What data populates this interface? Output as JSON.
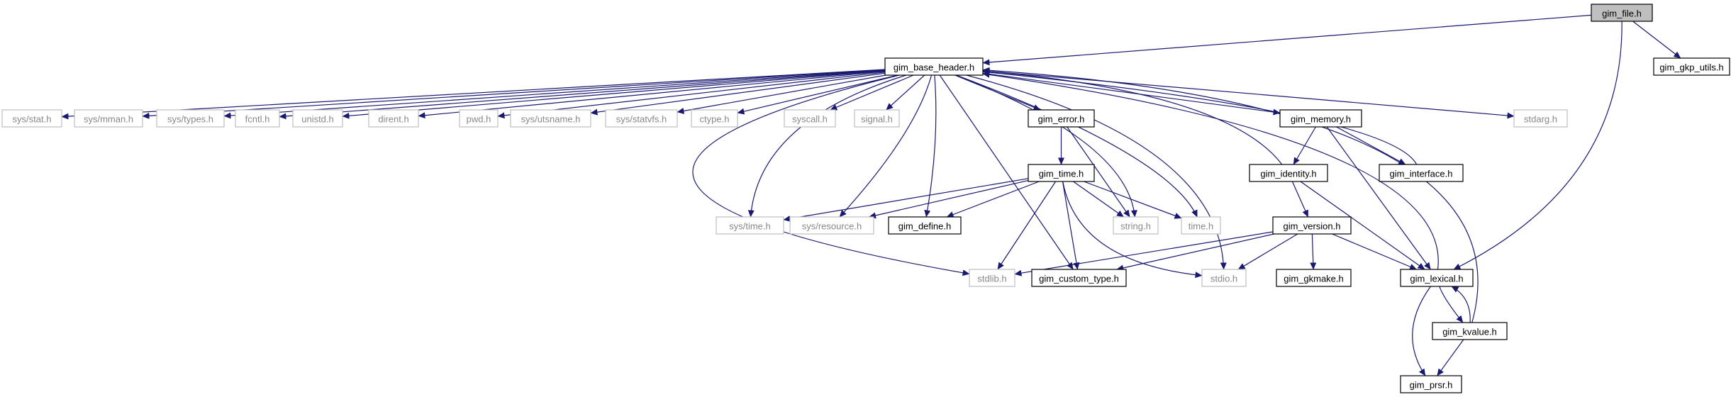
{
  "diagram": {
    "colors": {
      "edge": "#191970",
      "node_border": "#000000",
      "external_border": "#bfbfbf",
      "root_fill": "#bfbfbf",
      "external_text": "#888888"
    },
    "nodes": [
      {
        "id": "gim_file",
        "label": "gim_file.h",
        "kind": "root"
      },
      {
        "id": "gim_base_header",
        "label": "gim_base_header.h",
        "kind": "file"
      },
      {
        "id": "gim_gkp_utils",
        "label": "gim_gkp_utils.h",
        "kind": "file"
      },
      {
        "id": "sys_stat",
        "label": "sys/stat.h",
        "kind": "external"
      },
      {
        "id": "sys_mman",
        "label": "sys/mman.h",
        "kind": "external"
      },
      {
        "id": "sys_types",
        "label": "sys/types.h",
        "kind": "external"
      },
      {
        "id": "fcntl",
        "label": "fcntl.h",
        "kind": "external"
      },
      {
        "id": "unistd",
        "label": "unistd.h",
        "kind": "external"
      },
      {
        "id": "dirent",
        "label": "dirent.h",
        "kind": "external"
      },
      {
        "id": "pwd",
        "label": "pwd.h",
        "kind": "external"
      },
      {
        "id": "sys_utsname",
        "label": "sys/utsname.h",
        "kind": "external"
      },
      {
        "id": "sys_statvfs",
        "label": "sys/statvfs.h",
        "kind": "external"
      },
      {
        "id": "ctype",
        "label": "ctype.h",
        "kind": "external"
      },
      {
        "id": "syscall",
        "label": "syscall.h",
        "kind": "external"
      },
      {
        "id": "signal",
        "label": "signal.h",
        "kind": "external"
      },
      {
        "id": "gim_error",
        "label": "gim_error.h",
        "kind": "file"
      },
      {
        "id": "gim_memory",
        "label": "gim_memory.h",
        "kind": "file"
      },
      {
        "id": "stdarg",
        "label": "stdarg.h",
        "kind": "external"
      },
      {
        "id": "gim_time",
        "label": "gim_time.h",
        "kind": "file"
      },
      {
        "id": "gim_identity",
        "label": "gim_identity.h",
        "kind": "file"
      },
      {
        "id": "gim_interface",
        "label": "gim_interface.h",
        "kind": "file"
      },
      {
        "id": "sys_time",
        "label": "sys/time.h",
        "kind": "external"
      },
      {
        "id": "sys_resource",
        "label": "sys/resource.h",
        "kind": "external"
      },
      {
        "id": "gim_define",
        "label": "gim_define.h",
        "kind": "file"
      },
      {
        "id": "string",
        "label": "string.h",
        "kind": "external"
      },
      {
        "id": "time",
        "label": "time.h",
        "kind": "external"
      },
      {
        "id": "gim_version",
        "label": "gim_version.h",
        "kind": "file"
      },
      {
        "id": "stdlib",
        "label": "stdlib.h",
        "kind": "external"
      },
      {
        "id": "gim_custom_type",
        "label": "gim_custom_type.h",
        "kind": "file"
      },
      {
        "id": "stdio",
        "label": "stdio.h",
        "kind": "external"
      },
      {
        "id": "gim_gkmake",
        "label": "gim_gkmake.h",
        "kind": "file"
      },
      {
        "id": "gim_lexical",
        "label": "gim_lexical.h",
        "kind": "file"
      },
      {
        "id": "gim_kvalue",
        "label": "gim_kvalue.h",
        "kind": "file"
      },
      {
        "id": "gim_prsr",
        "label": "gim_prsr.h",
        "kind": "file"
      }
    ],
    "edges": [
      [
        "gim_file",
        "gim_base_header"
      ],
      [
        "gim_file",
        "gim_gkp_utils"
      ],
      [
        "gim_file",
        "gim_lexical"
      ],
      [
        "gim_base_header",
        "sys_stat"
      ],
      [
        "gim_base_header",
        "sys_mman"
      ],
      [
        "gim_base_header",
        "sys_types"
      ],
      [
        "gim_base_header",
        "fcntl"
      ],
      [
        "gim_base_header",
        "unistd"
      ],
      [
        "gim_base_header",
        "dirent"
      ],
      [
        "gim_base_header",
        "pwd"
      ],
      [
        "gim_base_header",
        "sys_utsname"
      ],
      [
        "gim_base_header",
        "sys_statvfs"
      ],
      [
        "gim_base_header",
        "ctype"
      ],
      [
        "gim_base_header",
        "syscall"
      ],
      [
        "gim_base_header",
        "signal"
      ],
      [
        "gim_base_header",
        "gim_error"
      ],
      [
        "gim_base_header",
        "gim_memory"
      ],
      [
        "gim_base_header",
        "stdarg"
      ],
      [
        "gim_base_header",
        "sys_time"
      ],
      [
        "gim_base_header",
        "sys_resource"
      ],
      [
        "gim_base_header",
        "gim_define"
      ],
      [
        "gim_base_header",
        "string"
      ],
      [
        "gim_base_header",
        "time"
      ],
      [
        "gim_base_header",
        "stdlib"
      ],
      [
        "gim_base_header",
        "gim_custom_type"
      ],
      [
        "gim_base_header",
        "stdio"
      ],
      [
        "gim_error",
        "gim_time"
      ],
      [
        "gim_error",
        "string"
      ],
      [
        "gim_time",
        "sys_time"
      ],
      [
        "gim_time",
        "sys_resource"
      ],
      [
        "gim_time",
        "gim_define"
      ],
      [
        "gim_time",
        "string"
      ],
      [
        "gim_time",
        "time"
      ],
      [
        "gim_time",
        "stdlib"
      ],
      [
        "gim_time",
        "gim_custom_type"
      ],
      [
        "gim_time",
        "stdio"
      ],
      [
        "gim_memory",
        "gim_identity"
      ],
      [
        "gim_memory",
        "gim_interface"
      ],
      [
        "gim_memory",
        "gim_lexical"
      ],
      [
        "gim_identity",
        "gim_base_header"
      ],
      [
        "gim_identity",
        "gim_version"
      ],
      [
        "gim_identity",
        "gim_lexical"
      ],
      [
        "gim_interface",
        "gim_base_header"
      ],
      [
        "gim_version",
        "stdlib"
      ],
      [
        "gim_version",
        "gim_custom_type"
      ],
      [
        "gim_version",
        "stdio"
      ],
      [
        "gim_version",
        "gim_gkmake"
      ],
      [
        "gim_version",
        "gim_lexical"
      ],
      [
        "gim_lexical",
        "gim_base_header"
      ],
      [
        "gim_lexical",
        "gim_kvalue"
      ],
      [
        "gim_lexical",
        "gim_prsr"
      ],
      [
        "gim_kvalue",
        "gim_lexical"
      ],
      [
        "gim_kvalue",
        "gim_prsr"
      ],
      [
        "gim_kvalue",
        "gim_base_header"
      ]
    ]
  }
}
